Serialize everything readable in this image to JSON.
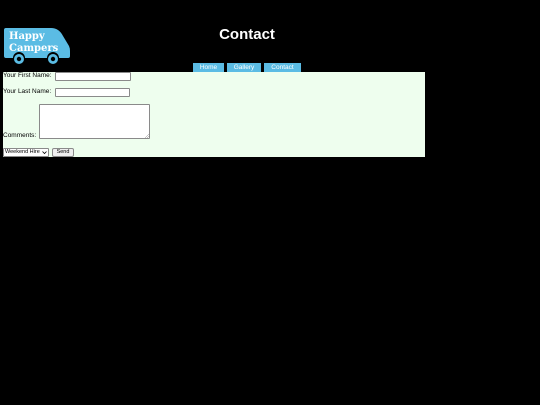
{
  "brand": {
    "line1": "Happy",
    "line2": "Campers",
    "color": "#5bbce4"
  },
  "header": {
    "title": "Contact"
  },
  "nav": {
    "items": [
      {
        "label": "Home"
      },
      {
        "label": "Gallery"
      },
      {
        "label": "Contact"
      }
    ],
    "color": "#5bbce4"
  },
  "form": {
    "first_name": {
      "label": "Your First Name:",
      "value": ""
    },
    "last_name": {
      "label": "Your Last Name:",
      "value": ""
    },
    "comments": {
      "label": "Comments:",
      "value": ""
    },
    "hire_type": {
      "selected": "Weekend Hire"
    },
    "send_label": "Send",
    "background": "#eefeee"
  }
}
